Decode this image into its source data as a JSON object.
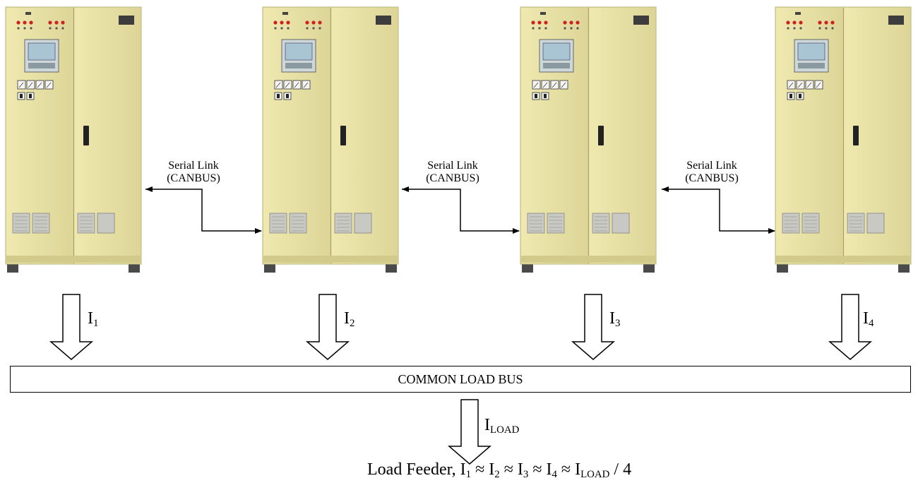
{
  "cabinets": [
    {
      "id": "cabinet-1"
    },
    {
      "id": "cabinet-2"
    },
    {
      "id": "cabinet-3"
    },
    {
      "id": "cabinet-4"
    }
  ],
  "links": [
    {
      "line1": "Serial Link",
      "line2": "(CANBUS)"
    },
    {
      "line1": "Serial Link",
      "line2": "(CANBUS)"
    },
    {
      "line1": "Serial Link",
      "line2": "(CANBUS)"
    }
  ],
  "currents": [
    {
      "base": "I",
      "sub": "1"
    },
    {
      "base": "I",
      "sub": "2"
    },
    {
      "base": "I",
      "sub": "3"
    },
    {
      "base": "I",
      "sub": "4"
    }
  ],
  "bus": {
    "label": "COMMON LOAD BUS"
  },
  "load": {
    "base": "I",
    "sub": "LOAD"
  },
  "feeder": {
    "prefix": "Load Feeder, ",
    "i1": "I",
    "i1_sub": "1",
    "approx1": " ≈ ",
    "i2": "I",
    "i2_sub": "2",
    "approx2": " ≈ ",
    "i3": "I",
    "i3_sub": "3",
    "approx3": " ≈ ",
    "i4": "I",
    "i4_sub": "4",
    "approx4": " ≈ ",
    "iload": "I",
    "iload_sub": "LOAD",
    "suffix": " / 4"
  },
  "colors": {
    "cabinet": "#e8e2a4",
    "cabinet_shade": "#d8d190",
    "panel_red": "#cc2222",
    "screen": "#a9c4d2"
  }
}
